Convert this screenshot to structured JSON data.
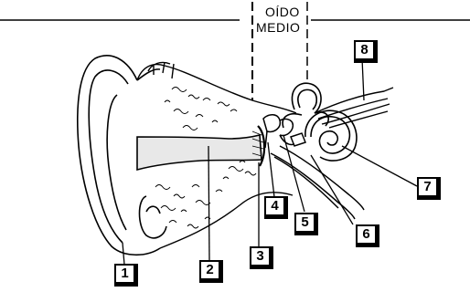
{
  "diagram": {
    "region_label_top": "OÍDO",
    "region_label_bottom": "MEDIO",
    "callouts": [
      {
        "id": "1",
        "label": "1"
      },
      {
        "id": "2",
        "label": "2"
      },
      {
        "id": "3",
        "label": "3"
      },
      {
        "id": "4",
        "label": "4"
      },
      {
        "id": "5",
        "label": "5"
      },
      {
        "id": "6",
        "label": "6"
      },
      {
        "id": "7",
        "label": "7"
      },
      {
        "id": "8",
        "label": "8"
      }
    ]
  },
  "colors": {
    "ink": "#000000",
    "background": "#ffffff",
    "canal_fill": "#e8e8e8"
  }
}
